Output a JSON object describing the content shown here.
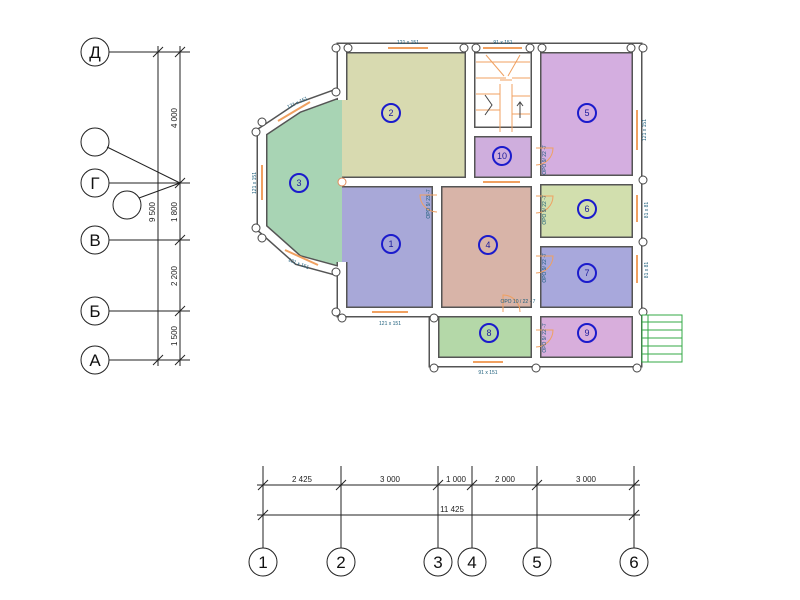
{
  "row_axes": {
    "left": [
      {
        "label": "Д"
      },
      {
        "label": "Г"
      },
      {
        "label": "В"
      },
      {
        "label": "Б"
      },
      {
        "label": "А"
      }
    ],
    "dims": [
      "4 000",
      "1 800",
      "2 200",
      "1 500"
    ],
    "total": "9 500"
  },
  "col_axes": {
    "labels": [
      "1",
      "2",
      "3",
      "4",
      "5",
      "6"
    ],
    "dims": [
      "2 425",
      "3 000",
      "1 000",
      "2 000",
      "3 000"
    ],
    "total": "11 425"
  },
  "rooms": [
    {
      "num": "1",
      "color": "#a8a8d8"
    },
    {
      "num": "2",
      "color": "#d8dab0"
    },
    {
      "num": "3",
      "color": "#a8d4b4"
    },
    {
      "num": "4",
      "color": "#d8b4a8"
    },
    {
      "num": "5",
      "color": "#d4aee0"
    },
    {
      "num": "6",
      "color": "#d2dfae"
    },
    {
      "num": "7",
      "color": "#a8a8dc"
    },
    {
      "num": "8",
      "color": "#b4d8a8"
    },
    {
      "num": "9",
      "color": "#d8aedc"
    },
    {
      "num": "10",
      "color": "#cfaedd"
    }
  ],
  "windows": {
    "w_top_left": "121 x 151",
    "w_top_mid": "91 x 151",
    "w_room3_top": "121 x 151",
    "w_room3_left": "121 x 151",
    "w_room3_bottom": "121 x 151",
    "w_room1_bottom": "121 x 151",
    "w_room8_bottom": "91 x 151",
    "w_room5_right": "121 x 151",
    "w_room6_right": "81 x 81",
    "w_room7_right": "81 x 81"
  },
  "doors": {
    "d1": "ОРО 9/ 23 -7",
    "d2": "ОРО 9/ 22 -7",
    "d3": "ОРО 9/ 22 -7",
    "d4": "ОРО 9/ 22 -7",
    "d5": "ОРО 10 / 22 - 7",
    "d6": "ОРО 9/ 22 -7"
  }
}
